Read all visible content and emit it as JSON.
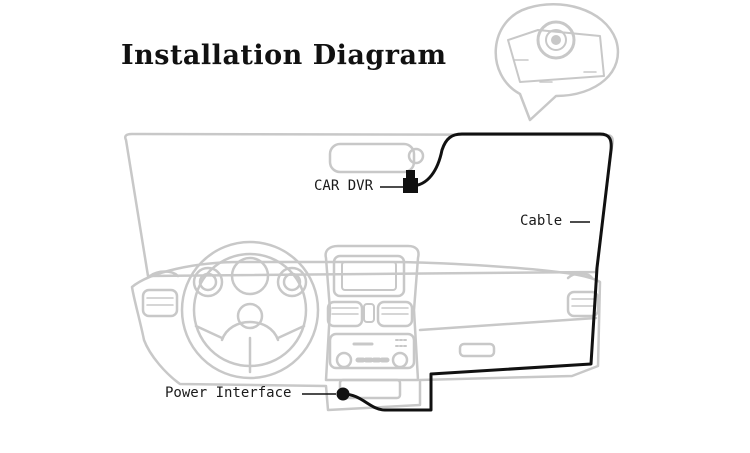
{
  "diagram": {
    "title": "Installation Diagram",
    "labels": {
      "car_dvr": "CAR DVR",
      "cable": "Cable",
      "power_interface": "Power Interface"
    },
    "colors": {
      "outline": "#c8c8c8",
      "cable": "#111111",
      "text": "#1a1a1a"
    }
  }
}
